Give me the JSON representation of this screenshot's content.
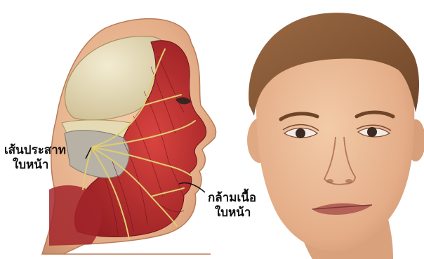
{
  "labels": {
    "nerve": [
      "เส้นประสาท",
      "ใบหน้า"
    ],
    "muscle": [
      "กล้ามเนื้อ",
      "ใบหน้า"
    ]
  },
  "colors": {
    "background": "#ffffff",
    "muscle": "#b8242a",
    "nerve": "#d8c46a",
    "bone": "#e8dcb8",
    "skin": "#e9b994",
    "hair": "#8a5a38"
  }
}
